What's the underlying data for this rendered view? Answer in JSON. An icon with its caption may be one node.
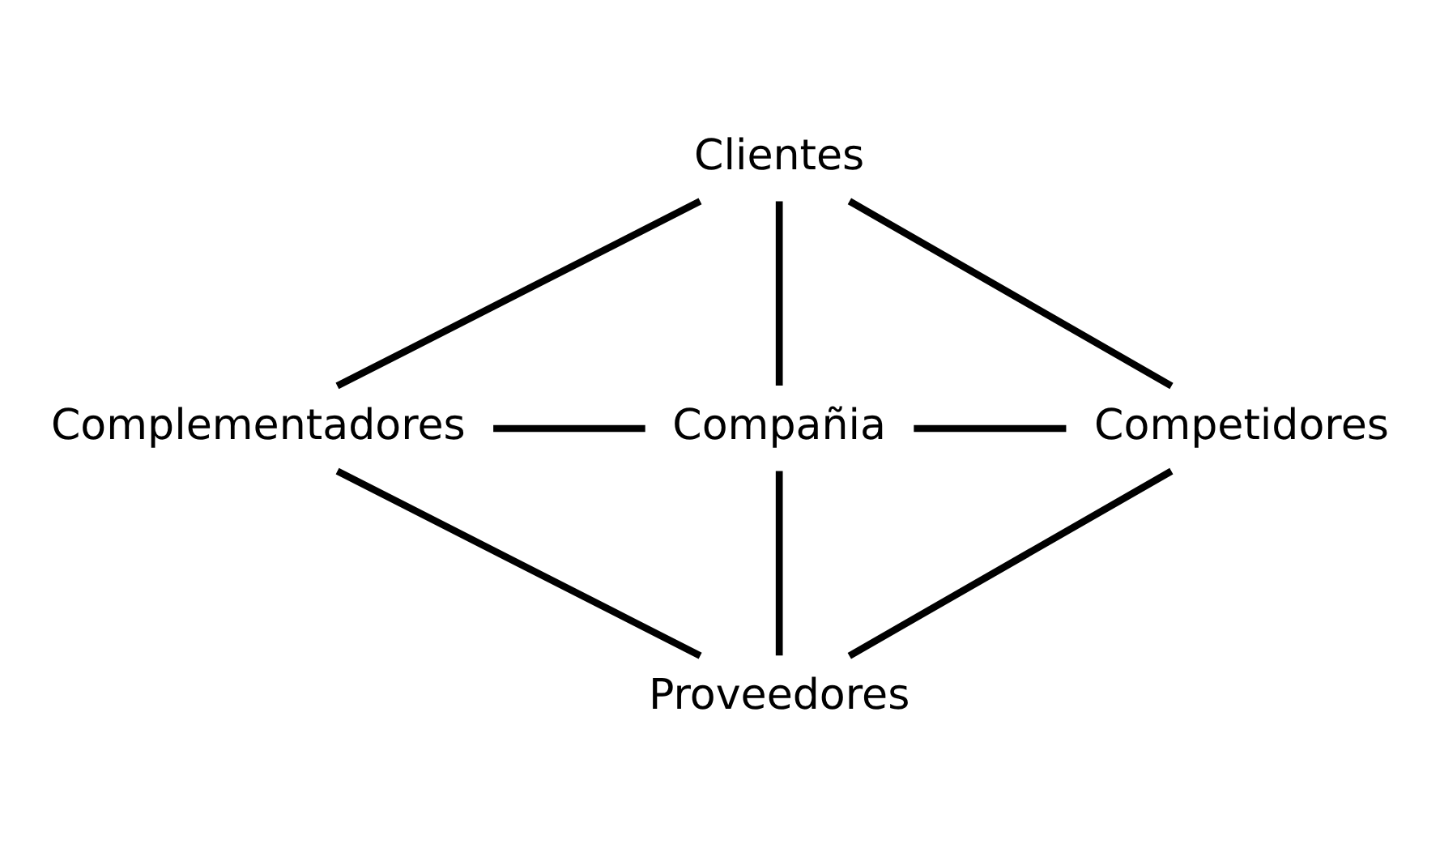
{
  "diagram": {
    "nodes": [
      {
        "text": [
          "Clientes"
        ]
      },
      {
        "text": [
          "Complementadores"
        ]
      },
      {
        "text": [
          "Compañia"
        ]
      },
      {
        "text": [
          "Competidores"
        ]
      },
      {
        "text": [
          "Proveedores"
        ]
      }
    ],
    "edges": [
      {
        "from": 0,
        "to": 1,
        "arrow": "none"
      },
      {
        "from": 0,
        "to": 2,
        "arrow": "none"
      },
      {
        "from": 0,
        "to": 3,
        "arrow": "none"
      },
      {
        "from": 1,
        "to": 2,
        "arrow": "none"
      },
      {
        "from": 2,
        "to": 3,
        "arrow": "none"
      },
      {
        "from": 1,
        "to": 4,
        "arrow": "none"
      },
      {
        "from": 2,
        "to": 4,
        "arrow": "none"
      },
      {
        "from": 3,
        "to": 4,
        "arrow": "none"
      }
    ]
  }
}
